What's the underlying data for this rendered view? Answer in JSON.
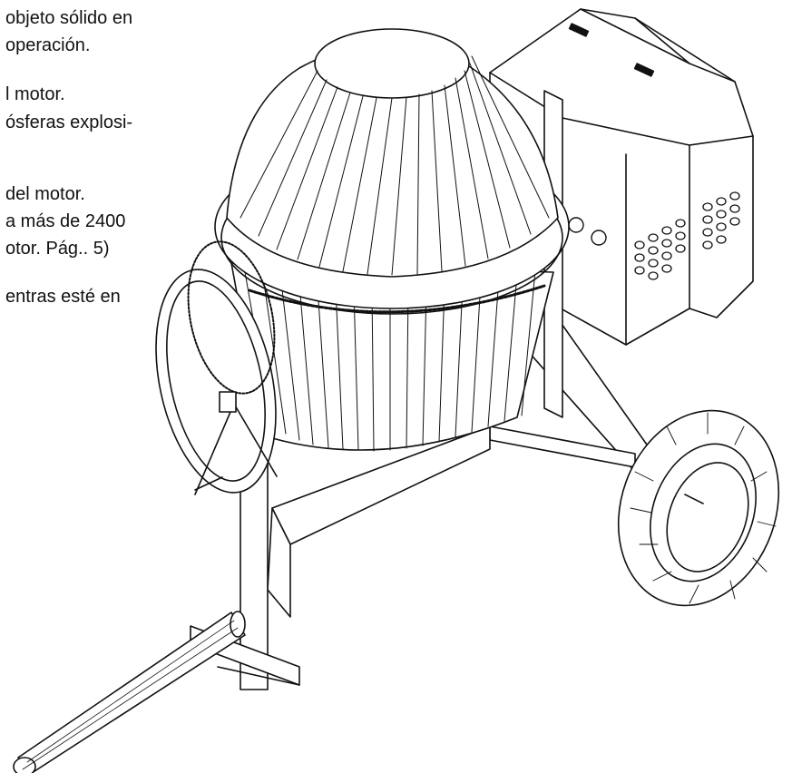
{
  "document": {
    "text_lines": [
      "objeto sólido en",
      "operación.",
      "l motor.",
      "ósferas  explosi-",
      "del motor.",
      "a más de 2400",
      "otor. Pág.. 5)",
      "entras  esté  en"
    ],
    "illustration": {
      "subject": "concrete-mixer-drawing",
      "stroke_color": "#111111"
    }
  }
}
